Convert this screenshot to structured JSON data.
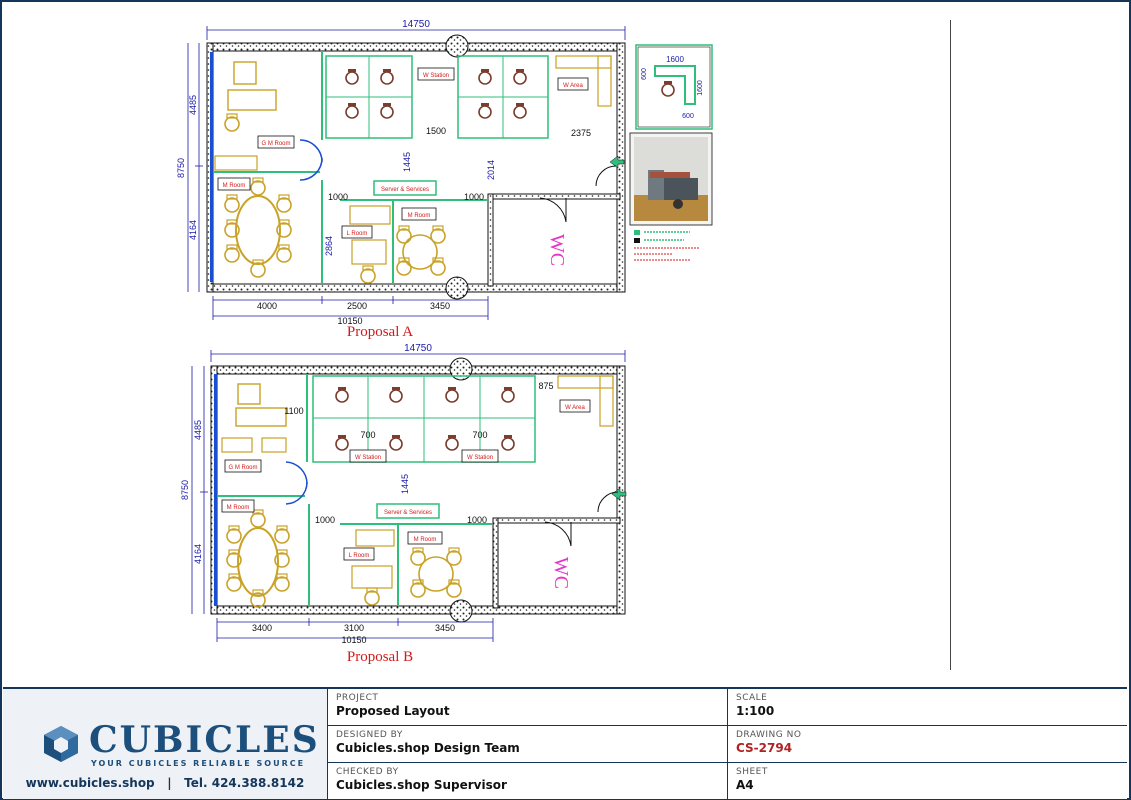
{
  "proposal_a": {
    "caption": "Proposal A",
    "dim_top": "14750",
    "dim_left_total": "8750",
    "dim_left_upper": "4485",
    "dim_left_lower": "4164",
    "dim_bottom_1": "4000",
    "dim_bottom_2": "2500",
    "dim_bottom_3": "3450",
    "dim_bottom_total": "10150",
    "dim_corridor": "1500",
    "dim_right": "2375",
    "dim_v1": "1445",
    "dim_v2": "2014",
    "dim_v3": "2864",
    "dim_door_left": "1000",
    "dim_door_right": "1000",
    "rooms": {
      "w_station": "W Station",
      "w_area": "W Area",
      "gm_room": "G M Room",
      "m_room_left": "M Room",
      "m_room_right": "M Room",
      "l_room": "L Room",
      "server": "Server & Services",
      "wc": "WC"
    }
  },
  "proposal_b": {
    "caption": "Proposal B",
    "dim_top": "14750",
    "dim_left_total": "8750",
    "dim_left_upper": "4485",
    "dim_left_lower": "4164",
    "dim_bottom_1": "3400",
    "dim_bottom_2": "3100",
    "dim_bottom_3": "3450",
    "dim_bottom_total": "10150",
    "dim_1100": "1100",
    "dim_700_a": "700",
    "dim_700_b": "700",
    "dim_875": "875",
    "dim_v1": "1445",
    "dim_door_left": "1000",
    "dim_door_right": "1000",
    "rooms": {
      "w_station_a": "W Station",
      "w_station_b": "W Station",
      "w_area": "W Area",
      "gm_room": "G M Room",
      "m_room_left": "M Room",
      "m_room_right": "M Room",
      "l_room": "L Room",
      "server": "Server & Services",
      "wc": "WC"
    }
  },
  "detail": {
    "dim_1600": "1600",
    "dim_600_top": "600",
    "dim_1600_side": "1600",
    "dim_600_bottom": "600"
  },
  "titleblock": {
    "brand": "CUBICLES",
    "tagline": "YOUR CUBICLES RELIABLE SOURCE",
    "website": "www.cubicles.shop",
    "separator": "|",
    "phone": "Tel. 424.388.8142",
    "project_label": "PROJECT",
    "project_value": "Proposed Layout",
    "designed_label": "DESIGNED BY",
    "designed_value": "Cubicles.shop Design Team",
    "checked_label": "CHECKED BY",
    "checked_value": "Cubicles.shop Supervisor",
    "scale_label": "SCALE",
    "scale_value": "1:100",
    "drawing_label": "DRAWING NO",
    "drawing_value": "CS-2794",
    "sheet_label": "SHEET",
    "sheet_value": "A4"
  },
  "colors": {
    "frame": "#14365a",
    "dimension": "#1a1aa8",
    "furniture": "#c9a227",
    "partition": "#2fbf7a",
    "wc_text": "#e636c8",
    "caption": "#d11a1a",
    "brand": "#1d4f7c"
  }
}
